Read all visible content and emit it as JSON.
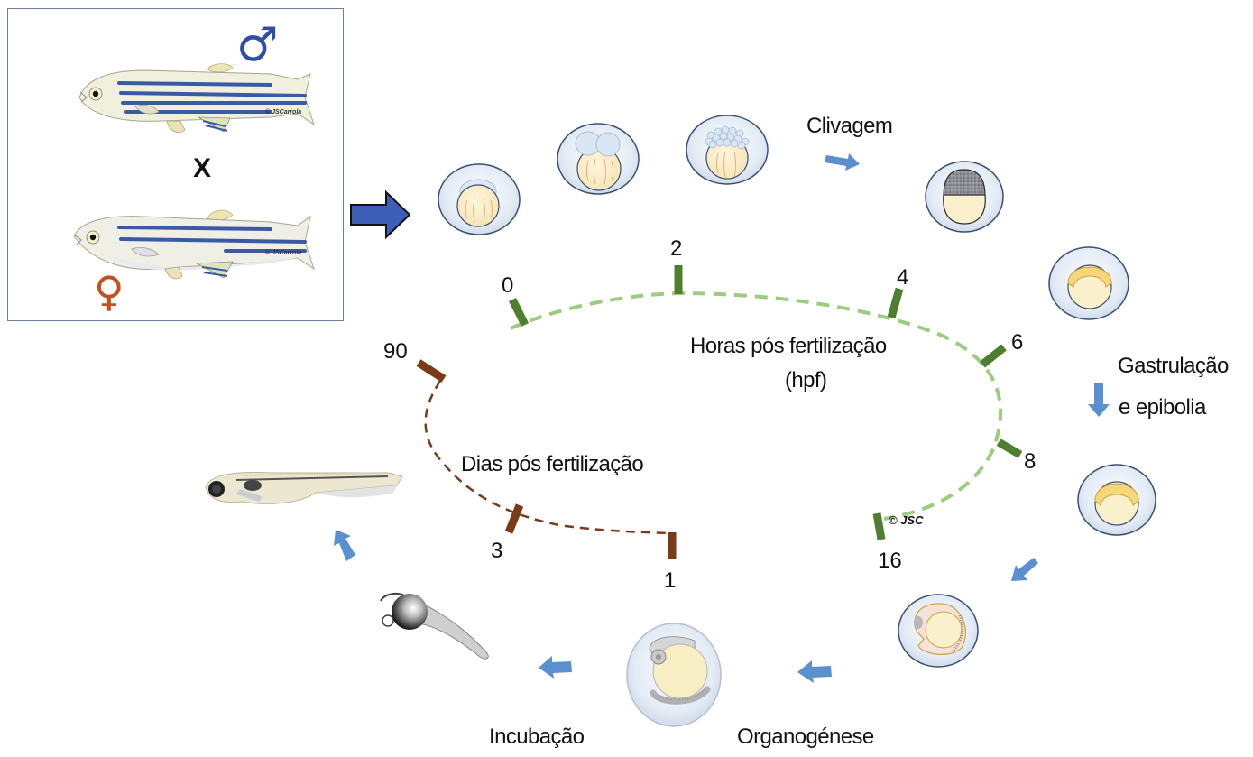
{
  "parents": {
    "male_symbol": "♂",
    "female_symbol": "♀",
    "cross_symbol": "X",
    "male_color": "#2f4fa3",
    "female_color": "#c0531f",
    "fish_credit": "© JSCarrola"
  },
  "stages": {
    "cleavage": "Clivagem",
    "gastrulation_line1": "Gastrulação",
    "gastrulation_line2": "e epibolia",
    "organogenesis": "Organogénese",
    "hatching": "Incubação"
  },
  "hours_scale": {
    "title_line1": "Horas pós fertilização",
    "title_line2": "(hpf)",
    "ticks": [
      "0",
      "2",
      "4",
      "6",
      "8",
      "16"
    ],
    "color_tick": "#4f7f2e",
    "color_dash": "#9ccc7e"
  },
  "days_scale": {
    "title": "Dias pós fertilização",
    "ticks": [
      "1",
      "3",
      "90"
    ],
    "color": "#7a3b17"
  },
  "credit": "© JSC",
  "colors": {
    "big_arrow": "#3e5fb8",
    "stage_arrow": "#5a8fd0"
  }
}
